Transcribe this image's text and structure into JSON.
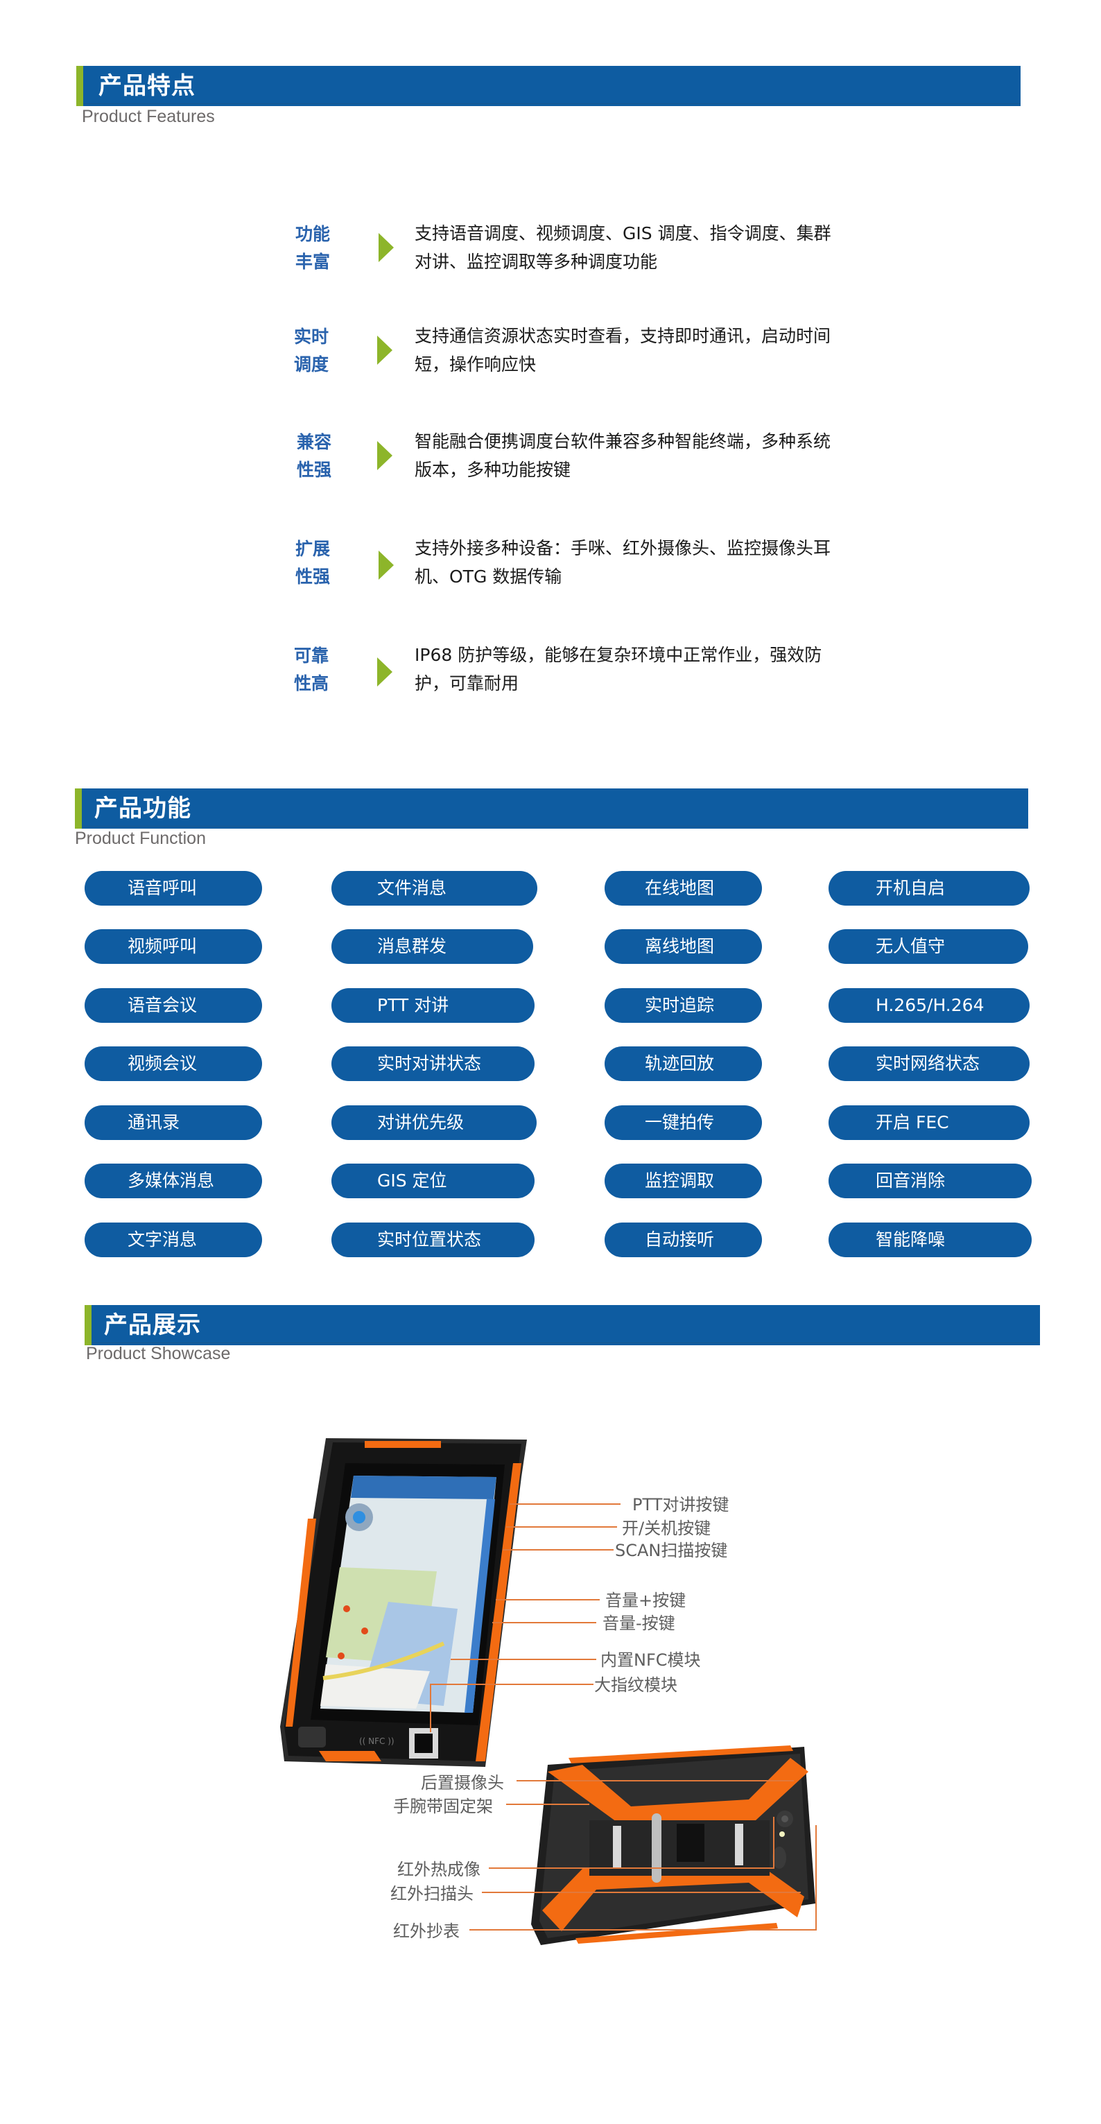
{
  "sections": {
    "features": {
      "title": "产品特点",
      "subtitle": "Product Features",
      "items": [
        {
          "label_line1": "功能",
          "label_line2": "丰富",
          "text": "支持语音调度、视频调度、GIS 调度、指令调度、集群对讲、监控调取等多种调度功能"
        },
        {
          "label_line1": "实时",
          "label_line2": "调度",
          "text": "支持通信资源状态实时查看，支持即时通讯，启动时间短，操作响应快"
        },
        {
          "label_line1": "兼容",
          "label_line2": "性强",
          "text": "智能融合便携调度台软件兼容多种智能终端，多种系统版本，多种功能按键"
        },
        {
          "label_line1": "扩展",
          "label_line2": "性强",
          "text": "支持外接多种设备：手咪、红外摄像头、监控摄像头耳机、OTG 数据传输"
        },
        {
          "label_line1": "可靠",
          "label_line2": "性高",
          "text": "IP68 防护等级，能够在复杂环境中正常作业，强效防护，可靠耐用"
        }
      ]
    },
    "functions": {
      "title": "产品功能",
      "subtitle": "Product Function",
      "columns": [
        [
          "语音呼叫",
          "视频呼叫",
          "语音会议",
          "视频会议",
          "通讯录",
          "多媒体消息",
          "文字消息"
        ],
        [
          "文件消息",
          "消息群发",
          "PTT 对讲",
          "实时对讲状态",
          "对讲优先级",
          "GIS 定位",
          "实时位置状态"
        ],
        [
          "在线地图",
          "离线地图",
          "实时追踪",
          "轨迹回放",
          "一键拍传",
          "监控调取",
          "自动接听"
        ],
        [
          "开机自启",
          "无人值守",
          "H.265/H.264",
          "实时网络状态",
          "开启 FEC",
          "回音消除",
          "智能降噪"
        ]
      ]
    },
    "showcase": {
      "title": "产品展示",
      "subtitle": "Product Showcase",
      "front_callouts": [
        "PTT对讲按键",
        "开/关机按键",
        "SCAN扫描按键",
        "音量+按键",
        "音量-按键",
        "内置NFC模块",
        "大指纹模块"
      ],
      "back_callouts": [
        "后置摄像头",
        "手腕带固定架",
        "红外热成像",
        "红外扫描头",
        "红外抄表"
      ],
      "nfc_mark": "NFC"
    }
  },
  "colors": {
    "banner_blue": "#0e5ca1",
    "accent_green": "#8db52a",
    "label_blue": "#2a63ad",
    "pill_blue": "#0f5ca1",
    "leader_orange": "#e2793a"
  }
}
